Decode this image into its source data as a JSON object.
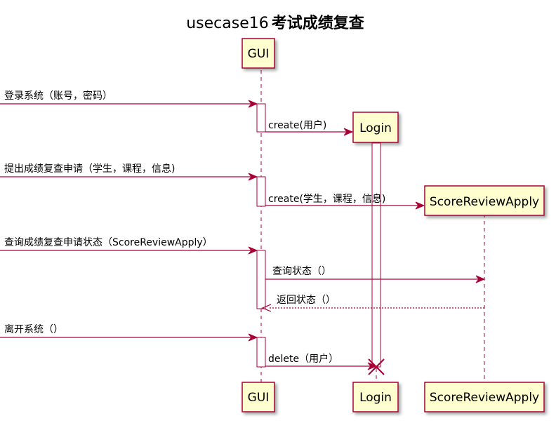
{
  "title": {
    "prefix": "usecase16",
    "suffix": "考试成绩复查"
  },
  "participants": [
    {
      "id": "gui",
      "label": "GUI"
    },
    {
      "id": "login",
      "label": "Login"
    },
    {
      "id": "apply",
      "label": "ScoreReviewApply"
    }
  ],
  "messages": [
    {
      "label": "登录系统（账号，密码）"
    },
    {
      "label": "create(用户)"
    },
    {
      "label": "提出成绩复查申请（学生，课程，信息)"
    },
    {
      "label": "create(学生，课程，信息)"
    },
    {
      "label": "查询成绩复查申请状态（ScoreReviewApply）"
    },
    {
      "label": "查询状态（）"
    },
    {
      "label": "返回状态（）"
    },
    {
      "label": "离开系统（）"
    },
    {
      "label": "delete（用户）"
    }
  ],
  "colors": {
    "border": "#A80036",
    "participant_fill": "#FEFECE"
  }
}
